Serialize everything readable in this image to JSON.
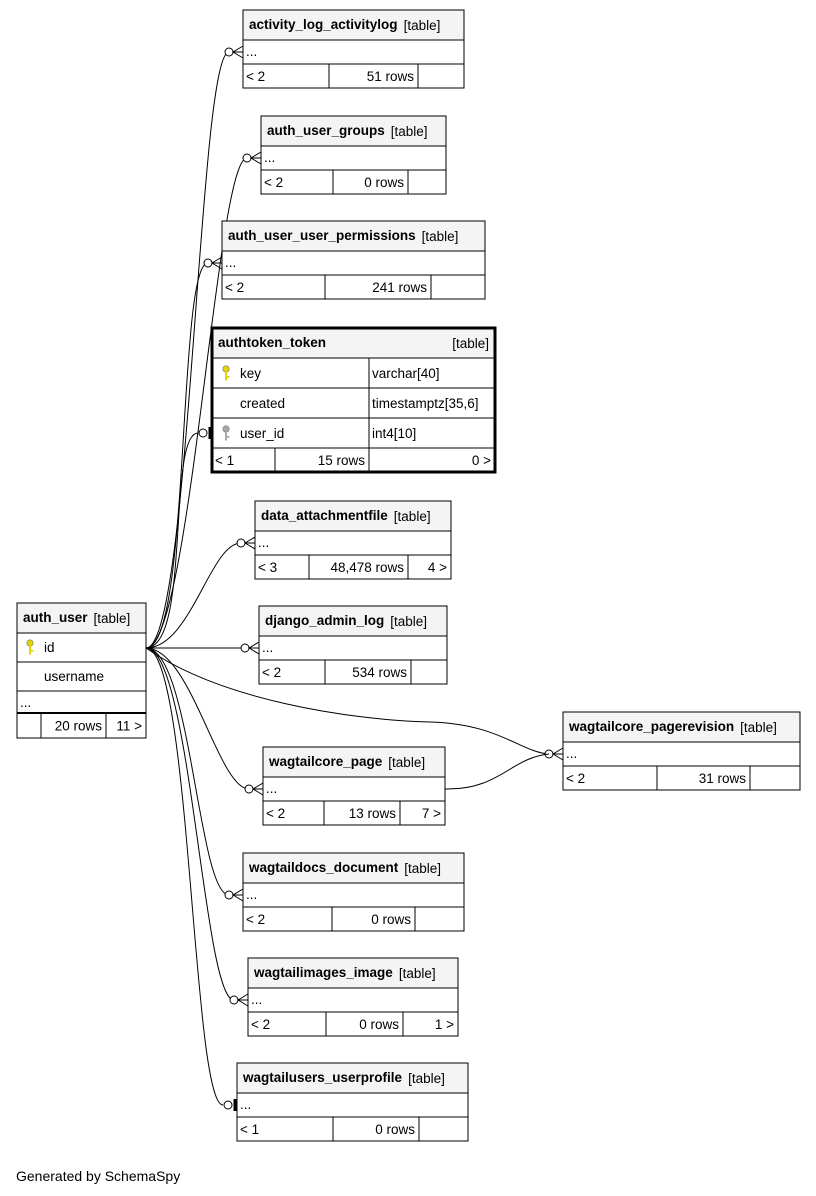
{
  "footer": "Generated by SchemaSpy",
  "colors": {
    "header_bg": "#f4f4f4",
    "pk_key": "#e4d400",
    "fk_key": "#a8a8a8",
    "line": "#000000"
  },
  "tables": [
    {
      "id": "activity_log_activitylog",
      "name": "activity_log_activitylog",
      "kind": "[table]",
      "row": {
        "parents": "< 2",
        "rows": "51 rows",
        "children": ""
      }
    },
    {
      "id": "auth_user_groups",
      "name": "auth_user_groups",
      "kind": "[table]",
      "row": {
        "parents": "< 2",
        "rows": "0 rows",
        "children": ""
      }
    },
    {
      "id": "auth_user_user_permissions",
      "name": "auth_user_user_permissions",
      "kind": "[table]",
      "row": {
        "parents": "< 2",
        "rows": "241 rows",
        "children": ""
      }
    },
    {
      "id": "authtoken_token",
      "name": "authtoken_token",
      "kind": "[table]",
      "focus": true,
      "columns": [
        {
          "name": "key",
          "type": "varchar[40]",
          "key": "pk"
        },
        {
          "name": "created",
          "type": "timestamptz[35,6]",
          "key": ""
        },
        {
          "name": "user_id",
          "type": "int4[10]",
          "key": "fk"
        }
      ],
      "row": {
        "parents": "< 1",
        "rows": "15 rows",
        "children": "0 >"
      }
    },
    {
      "id": "data_attachmentfile",
      "name": "data_attachmentfile",
      "kind": "[table]",
      "row": {
        "parents": "< 3",
        "rows": "48,478 rows",
        "children": "4 >"
      }
    },
    {
      "id": "django_admin_log",
      "name": "django_admin_log",
      "kind": "[table]",
      "row": {
        "parents": "< 2",
        "rows": "534 rows",
        "children": ""
      }
    },
    {
      "id": "auth_user",
      "name": "auth_user",
      "kind": "[table]",
      "main": true,
      "columns": [
        {
          "name": "id",
          "key": "pk"
        },
        {
          "name": "username",
          "key": ""
        }
      ],
      "row": {
        "parents": "",
        "rows": "20 rows",
        "children": "11 >"
      }
    },
    {
      "id": "wagtailcore_pagerevision",
      "name": "wagtailcore_pagerevision",
      "kind": "[table]",
      "row": {
        "parents": "< 2",
        "rows": "31 rows",
        "children": ""
      }
    },
    {
      "id": "wagtailcore_page",
      "name": "wagtailcore_page",
      "kind": "[table]",
      "row": {
        "parents": "< 2",
        "rows": "13 rows",
        "children": "7 >"
      }
    },
    {
      "id": "wagtaildocs_document",
      "name": "wagtaildocs_document",
      "kind": "[table]",
      "row": {
        "parents": "< 2",
        "rows": "0 rows",
        "children": ""
      }
    },
    {
      "id": "wagtailimages_image",
      "name": "wagtailimages_image",
      "kind": "[table]",
      "row": {
        "parents": "< 2",
        "rows": "0 rows",
        "children": "1 >"
      }
    },
    {
      "id": "wagtailusers_userprofile",
      "name": "wagtailusers_userprofile",
      "kind": "[table]",
      "row": {
        "parents": "< 1",
        "rows": "0 rows",
        "children": ""
      }
    }
  ],
  "ellipsis": "..."
}
